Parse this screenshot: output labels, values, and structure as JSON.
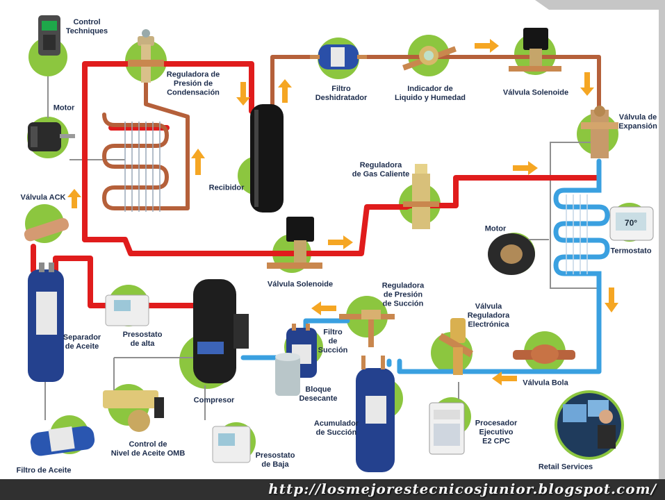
{
  "colors": {
    "background": "#ffffff",
    "frame": "#c8c8c8",
    "discharge_line": "#e01c1c",
    "liquid_line": "#b5603a",
    "suction_line": "#3aa0e0",
    "bubble": "#8cc63f",
    "arrow": "#f5a623",
    "label_text": "#1c2c4c",
    "footer_text": "#f4f4f4"
  },
  "labels": {
    "control_techniques": [
      "Control",
      "Techniques"
    ],
    "motor_left": [
      "Motor"
    ],
    "reguladora_condensacion": [
      "Reguladora de",
      "Presión de",
      "Condensación"
    ],
    "filtro_deshidratador": [
      "Filtro",
      "Deshidratador"
    ],
    "indicador_liquido": [
      "Indicador de",
      "Liquido y Humedad"
    ],
    "valvula_solenoide_top": [
      "Válvula Solenoide"
    ],
    "valvula_expansion": [
      "Válvula de",
      "Expansión"
    ],
    "recibidor": [
      "Recibidor"
    ],
    "reguladora_gas_caliente": [
      "Reguladora",
      "de Gas Caliente"
    ],
    "valvula_ack": [
      "Válvula ACK"
    ],
    "motor_right": [
      "Motor"
    ],
    "termostato": [
      "Termostato"
    ],
    "valvula_solenoide_mid": [
      "Válvula Solenoide"
    ],
    "separador_aceite": [
      "Separador",
      "de Aceite"
    ],
    "presostato_alta": [
      "Presostato",
      "de alta"
    ],
    "reguladora_succion": [
      "Reguladora",
      "de Presión",
      "de Succión"
    ],
    "valvula_reguladora_electronica": [
      "Válvula",
      "Reguladora",
      "Electrónica"
    ],
    "filtro_succion": [
      "Filtro",
      "de",
      "Succión"
    ],
    "compresor": [
      "Compresor"
    ],
    "bloque_desecante": [
      "Bloque",
      "Desecante"
    ],
    "valvula_bola": [
      "Válvula Bola"
    ],
    "control_nivel_aceite": [
      "Control de",
      "Nivel de Aceite OMB"
    ],
    "acumulador_succion": [
      "Acumulador",
      "de Succión"
    ],
    "procesador_ejecutivo": [
      "Procesador",
      "Ejecutivo",
      "E2 CPC"
    ],
    "presostato_baja": [
      "Presostato",
      "de Baja"
    ],
    "filtro_aceite": [
      "Filtro de Aceite"
    ],
    "retail_services": [
      "Retail Services"
    ]
  },
  "thermostat_display": "70°",
  "footer_url": "http://losmejorestecnicosjunior.blogspot.com/"
}
